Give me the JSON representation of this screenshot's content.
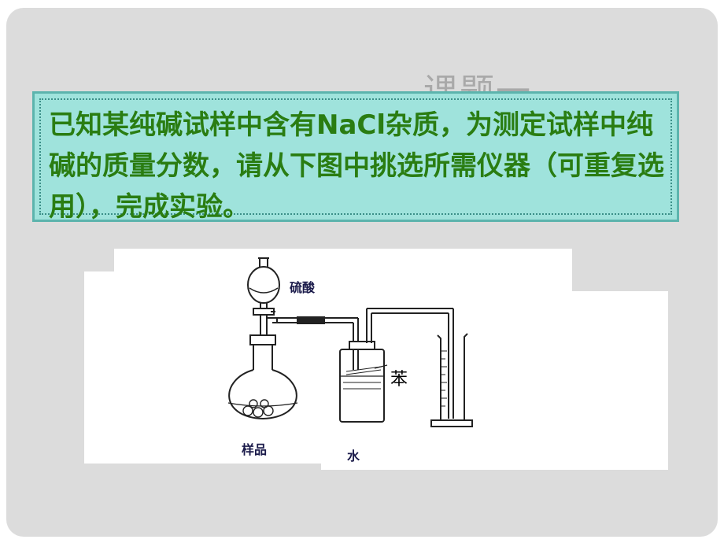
{
  "slide": {
    "heading": "课题一",
    "problem_text": "已知某纯碱试样中含有NaCl杂质，为测定试样中纯碱的质量分数，请从下图中挑选所需仪器（可重复选用），完成实验。"
  },
  "diagram": {
    "labels": {
      "sulfuric_acid": "硫酸",
      "benzene": "苯",
      "sample": "样品",
      "water": "水"
    }
  }
}
